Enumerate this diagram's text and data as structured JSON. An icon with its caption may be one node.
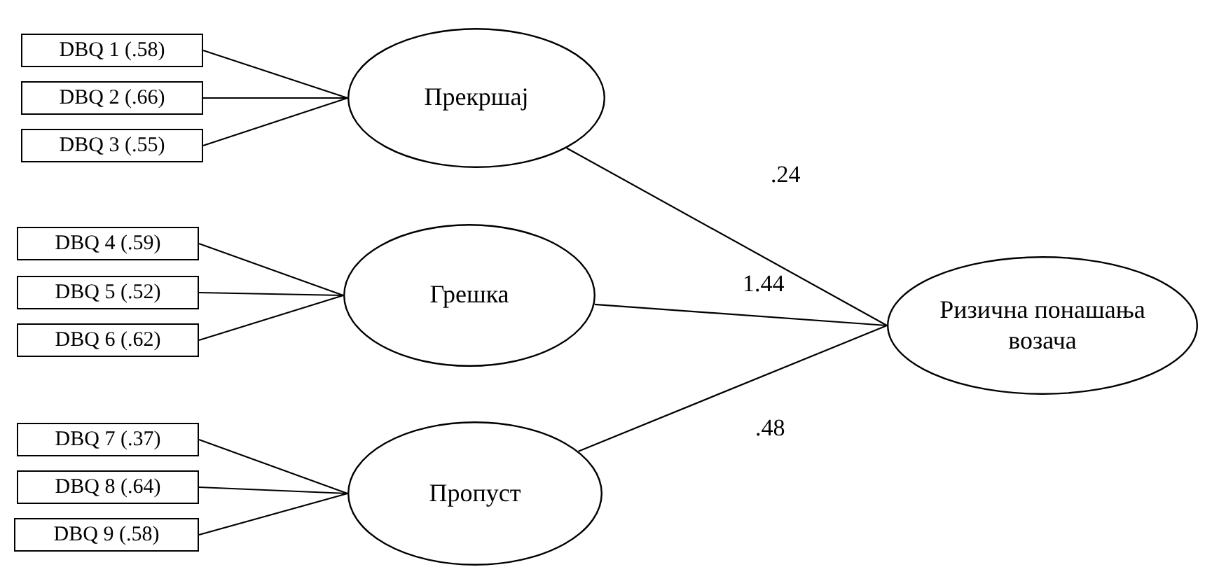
{
  "diagram": {
    "nodes": [
      {
        "text": [
          "DBQ 1 (.58)"
        ]
      },
      {
        "text": [
          "DBQ 2 (.66)"
        ]
      },
      {
        "text": [
          "DBQ 3 (.55)"
        ]
      },
      {
        "text": [
          "Прекршај"
        ]
      },
      {
        "text": [
          "DBQ 4 (.59)"
        ]
      },
      {
        "text": [
          "DBQ 5 (.52)"
        ]
      },
      {
        "text": [
          "DBQ 6 (.62)"
        ]
      },
      {
        "text": [
          "Грешка"
        ]
      },
      {
        "text": [
          "DBQ 7 (.37)"
        ]
      },
      {
        "text": [
          "DBQ 8 (.64)"
        ]
      },
      {
        "text": [
          "DBQ 9 (.58)"
        ]
      },
      {
        "text": [
          "Пропуст"
        ]
      },
      {
        "text": [
          "Ризична понашања возача"
        ]
      }
    ],
    "edges": [
      {
        "from": 0,
        "to": 3,
        "arrow": "none"
      },
      {
        "from": 1,
        "to": 3,
        "arrow": "none"
      },
      {
        "from": 2,
        "to": 3,
        "arrow": "none"
      },
      {
        "from": 4,
        "to": 7,
        "arrow": "none"
      },
      {
        "from": 5,
        "to": 7,
        "arrow": "none"
      },
      {
        "from": 6,
        "to": 7,
        "arrow": "none"
      },
      {
        "from": 8,
        "to": 11,
        "arrow": "none"
      },
      {
        "from": 9,
        "to": 11,
        "arrow": "none"
      },
      {
        "from": 10,
        "to": 11,
        "arrow": "none"
      },
      {
        "from": 3,
        "to": 12,
        "label": ".24",
        "arrow": "none"
      },
      {
        "from": 7,
        "to": 12,
        "label": "1.44",
        "arrow": "none"
      },
      {
        "from": 11,
        "to": 12,
        "label": ".48",
        "arrow": "none"
      }
    ]
  }
}
